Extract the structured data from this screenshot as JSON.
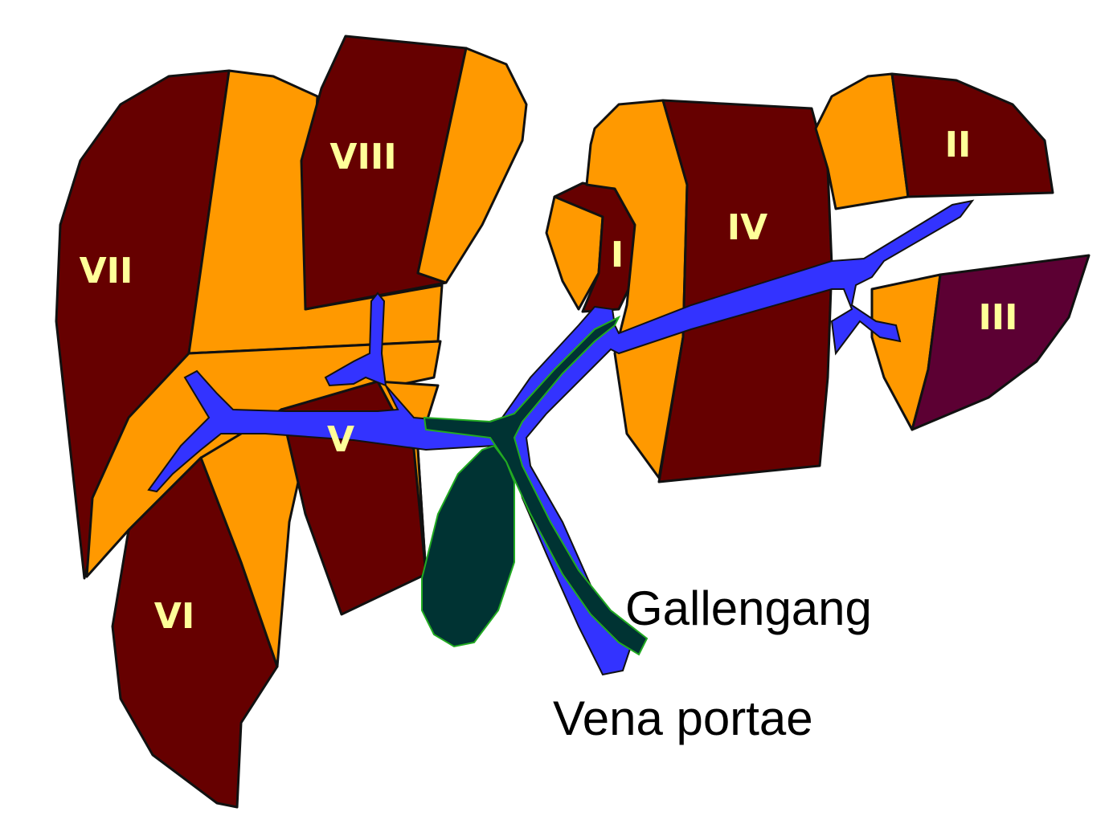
{
  "colors": {
    "segment_dark": "#660000",
    "segment_light": "#ff9900",
    "segment_purple": "#5c0033",
    "vena_portae": "#3333ff",
    "gallbladder": "#003333",
    "bile_duct_outline": "#228B22",
    "segment_label": "#ffff99",
    "caption": "#000000"
  },
  "segments": {
    "I": "I",
    "II": "II",
    "III": "III",
    "IV": "IV",
    "V": "V",
    "VI": "VI",
    "VII": "VII",
    "VIII": "VIII"
  },
  "labels": {
    "gallengang": "Gallengang",
    "vena_portae": "Vena portae"
  }
}
